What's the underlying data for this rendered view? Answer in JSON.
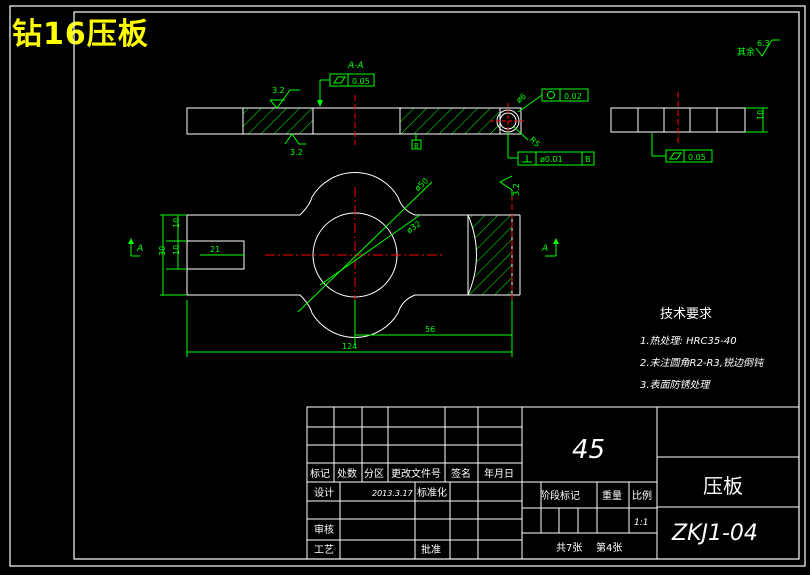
{
  "title": "钻16压板",
  "colors": {
    "background": "#000000",
    "frame": "#ffffff",
    "green": "#00ff00",
    "red": "#ff0000",
    "title_yellow": "#ffff00",
    "dim_white": "#ffffff"
  },
  "drawing": {
    "section_label": "A-A",
    "roughness_main": "其余",
    "roughness_main_value": "6.3",
    "roughness_top": "3.2",
    "roughness_bottom": "3.2",
    "roughness_right": "3.2",
    "flatness_top": "0.05",
    "flatness_right": "0.05",
    "cyl_top": "0.02",
    "perp_tol": "ø0.01",
    "perp_datum": "B",
    "datum_b": "B",
    "hole_dia": "ø6",
    "r_label": "R5",
    "dim_d50": "ø50",
    "dim_d32": "ø32",
    "dim_10a": "10",
    "dim_10b": "10",
    "dim_30": "30",
    "dim_21": "21",
    "dim_56": "56",
    "dim_124": "124",
    "dim_10_side": "10",
    "section_mark_left": "A",
    "section_mark_right": "A"
  },
  "notes": {
    "heading": "技术要求",
    "items": [
      "1.热处理: HRC35-40",
      "2.未注圆角R2-R3,锐边倒钝",
      "3.表面防锈处理"
    ]
  },
  "title_block": {
    "rev_headers": [
      "标记",
      "处数",
      "分区",
      "更改文件号",
      "签名",
      "年月日"
    ],
    "design_label": "设计",
    "design_date": "2013.3.17",
    "standard_label": "标准化",
    "review_label": "审核",
    "process_label": "工艺",
    "approve_label": "批准",
    "material": "45",
    "stage_label": "阶段标记",
    "weight_label": "重量",
    "scale_label": "比例",
    "scale_value": "1:1",
    "sheets_label": "共7张",
    "sheet_label": "第4张",
    "part_name": "压板",
    "drawing_no": "ZKJ1-04"
  }
}
